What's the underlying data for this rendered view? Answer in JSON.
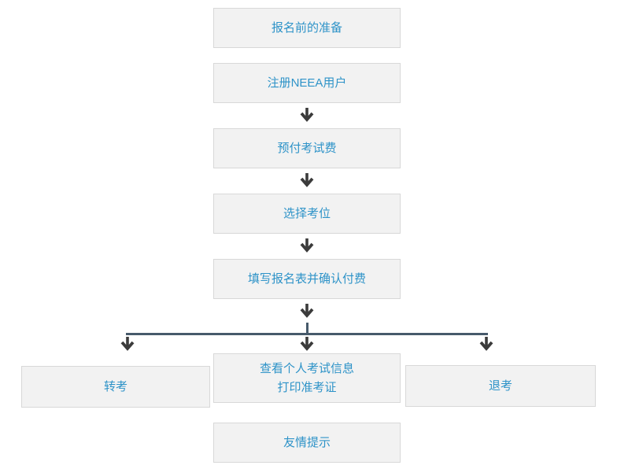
{
  "flow": {
    "steps": [
      {
        "label": "报名前的准备"
      },
      {
        "label": "注册NEEA用户"
      },
      {
        "label": "预付考试费"
      },
      {
        "label": "选择考位"
      },
      {
        "label": "填写报名表并确认付费"
      }
    ],
    "branches": {
      "left": {
        "label": "转考"
      },
      "center": {
        "line1": "查看个人考试信息",
        "line2": "打印准考证"
      },
      "right": {
        "label": "退考"
      }
    },
    "footer": {
      "label": "友情提示"
    }
  },
  "icons": {
    "down_arrow": "↓"
  },
  "colors": {
    "link_text": "#2e93c8",
    "box_background": "#f2f2f2",
    "box_border": "#d8d8d8",
    "arrow_glyph": "#3b3b3b",
    "branch_line": "#475a6b"
  }
}
